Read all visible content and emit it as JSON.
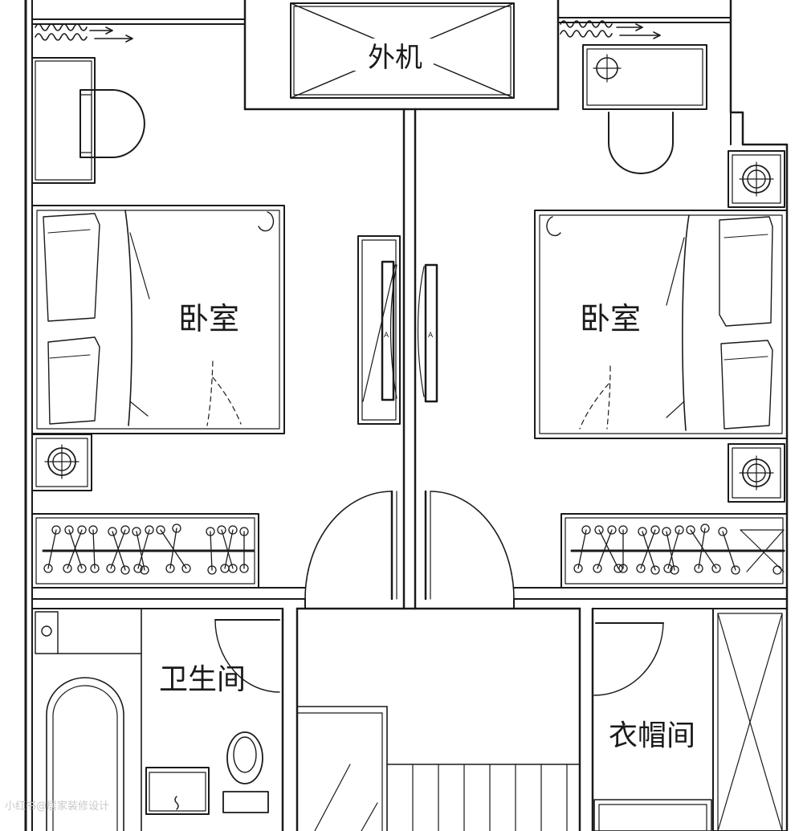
{
  "rooms": {
    "outdoor_unit": "外机",
    "bedroom_left": "卧室",
    "bedroom_right": "卧室",
    "bathroom": "卫生间",
    "cloakroom": "衣帽间"
  },
  "watermark": "小红书@居家装修设计"
}
